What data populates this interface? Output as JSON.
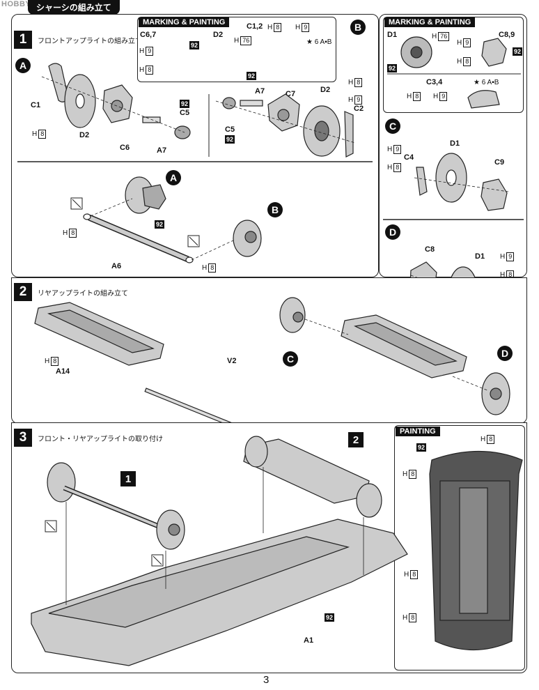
{
  "watermark": "HOBBY SEARCH",
  "section_header": "シャーシの組み立て",
  "page_number": "3",
  "step1": {
    "num": "1",
    "title": "フロントアップライトの組み立て"
  },
  "step2": {
    "num": "2",
    "title": "リヤアップライトの組み立て"
  },
  "step3": {
    "num": "3",
    "title": "フロント・リヤアップライトの取り付け"
  },
  "mp1": {
    "heading": "MARKING & PAINTING",
    "c67": "C6,7",
    "d2": "D2",
    "c12": "C1,2",
    "h9": "9",
    "h8": "8",
    "h76": "76",
    "h6": "6",
    "c92": "92",
    "A": "A",
    "B": "B",
    "H": "H"
  },
  "mp2": {
    "heading": "MARKING & PAINTING",
    "d1": "D1",
    "c89": "C8,9",
    "c34": "C3,4",
    "h76": "76",
    "h9": "9",
    "h8": "8",
    "h6": "6",
    "c92": "92",
    "A": "A",
    "B": "B",
    "H": "H"
  },
  "painting": {
    "heading": "PAINTING",
    "c92": "92",
    "h8": "8",
    "H": "H"
  },
  "circles": {
    "A": "A",
    "B": "B",
    "C": "C",
    "D": "D",
    "s1": "1",
    "s2": "2"
  },
  "parts": {
    "C1": "C1",
    "C2": "C2",
    "C3": "C3",
    "C4": "C4",
    "C5": "C5",
    "C6": "C6",
    "C7": "C7",
    "C8": "C8",
    "C9": "C9",
    "D1": "D1",
    "D2": "D2",
    "A1": "A1",
    "A6": "A6",
    "A7": "A7",
    "A14": "A14",
    "V2": "V2"
  },
  "codes": {
    "H": "H",
    "n8": "8",
    "n9": "9",
    "n92": "92"
  }
}
